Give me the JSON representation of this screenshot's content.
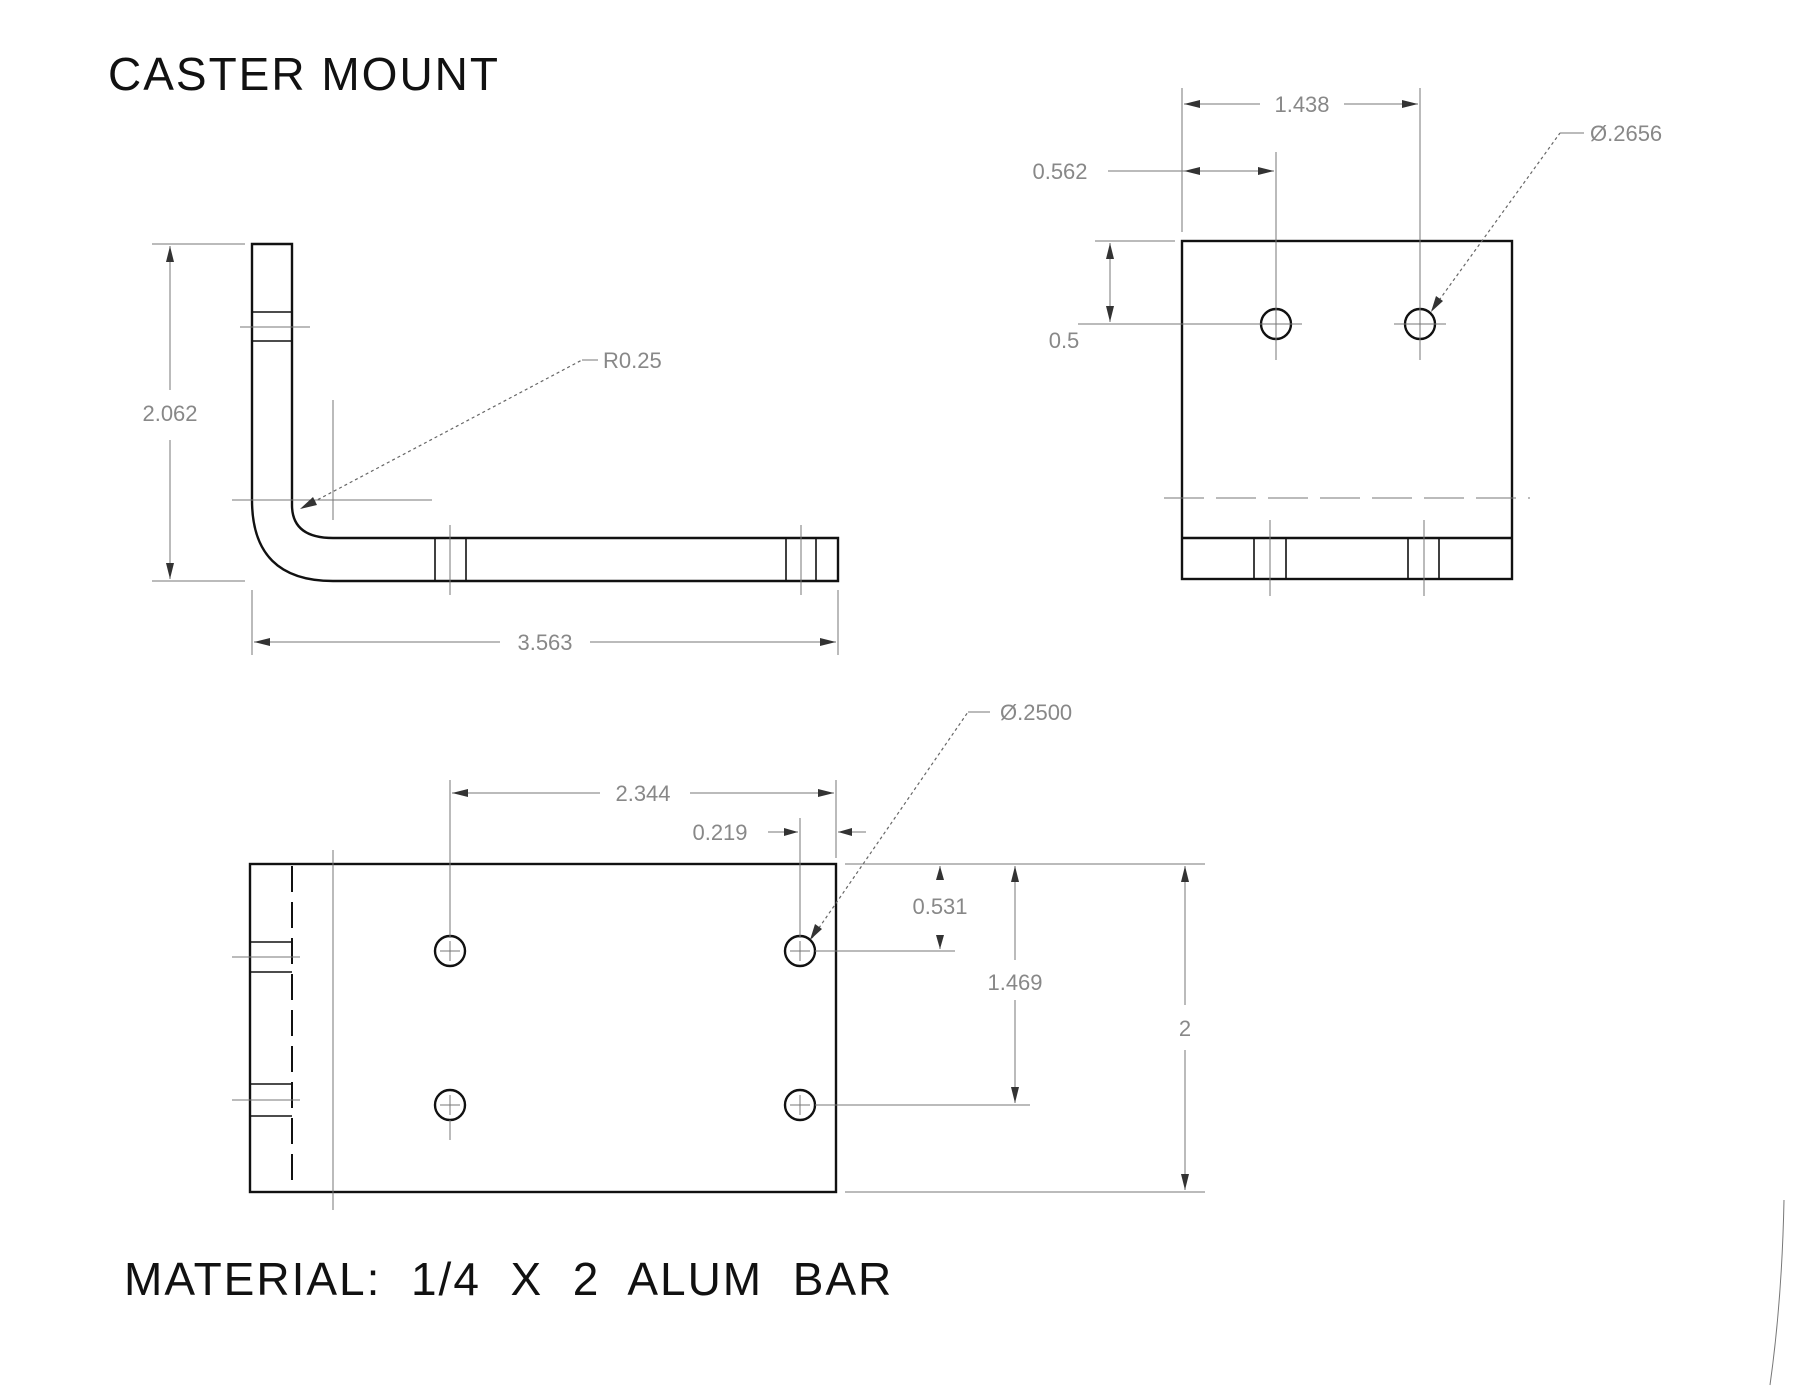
{
  "title": "CASTER MOUNT",
  "material": "MATERIAL:  1/4  X  2  ALUM  BAR",
  "side_view": {
    "height_dim": "2.062",
    "length_dim": "3.563",
    "radius_dim": "R0.25"
  },
  "end_view": {
    "hole_spacing_dim": "1.438",
    "hole_offset_dim": "0.562",
    "hole_height_dim": "0.5",
    "hole_diameter_dim": "Ø.2656"
  },
  "top_view": {
    "hole_spacing_dim": "2.344",
    "edge_offset_dim": "0.219",
    "hole_diameter_dim": "Ø.2500",
    "top_offset_dim": "0.531",
    "row_spacing_dim": "1.469",
    "width_dim": "2"
  }
}
